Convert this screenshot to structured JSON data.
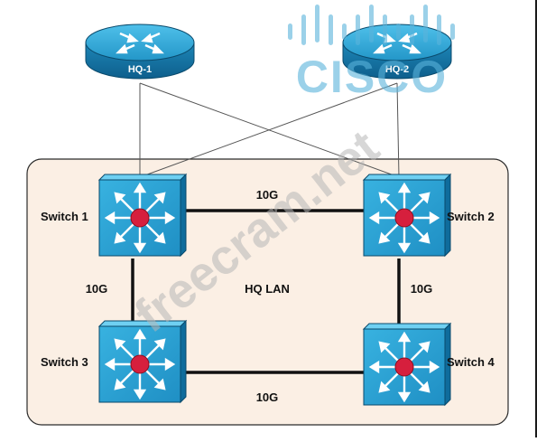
{
  "routers": [
    {
      "id": "hq1",
      "label": "HQ-1"
    },
    {
      "id": "hq2",
      "label": "HQ-2"
    }
  ],
  "switches": [
    {
      "id": "sw1",
      "label": "Switch 1"
    },
    {
      "id": "sw2",
      "label": "Switch 2"
    },
    {
      "id": "sw3",
      "label": "Switch 3"
    },
    {
      "id": "sw4",
      "label": "Switch 4"
    }
  ],
  "lan_label": "HQ LAN",
  "links": {
    "sw1_sw2": "10G",
    "sw3_sw4": "10G",
    "sw1_sw3": "10G",
    "sw2_sw4": "10G"
  },
  "watermarks": {
    "brand": "CISCO",
    "site": "freecram.net"
  },
  "colors": {
    "lan_fill": "#fbefe4",
    "device_blue": "#2a9fd0",
    "switch_dot": "#d61f3d",
    "link": "#111111"
  }
}
